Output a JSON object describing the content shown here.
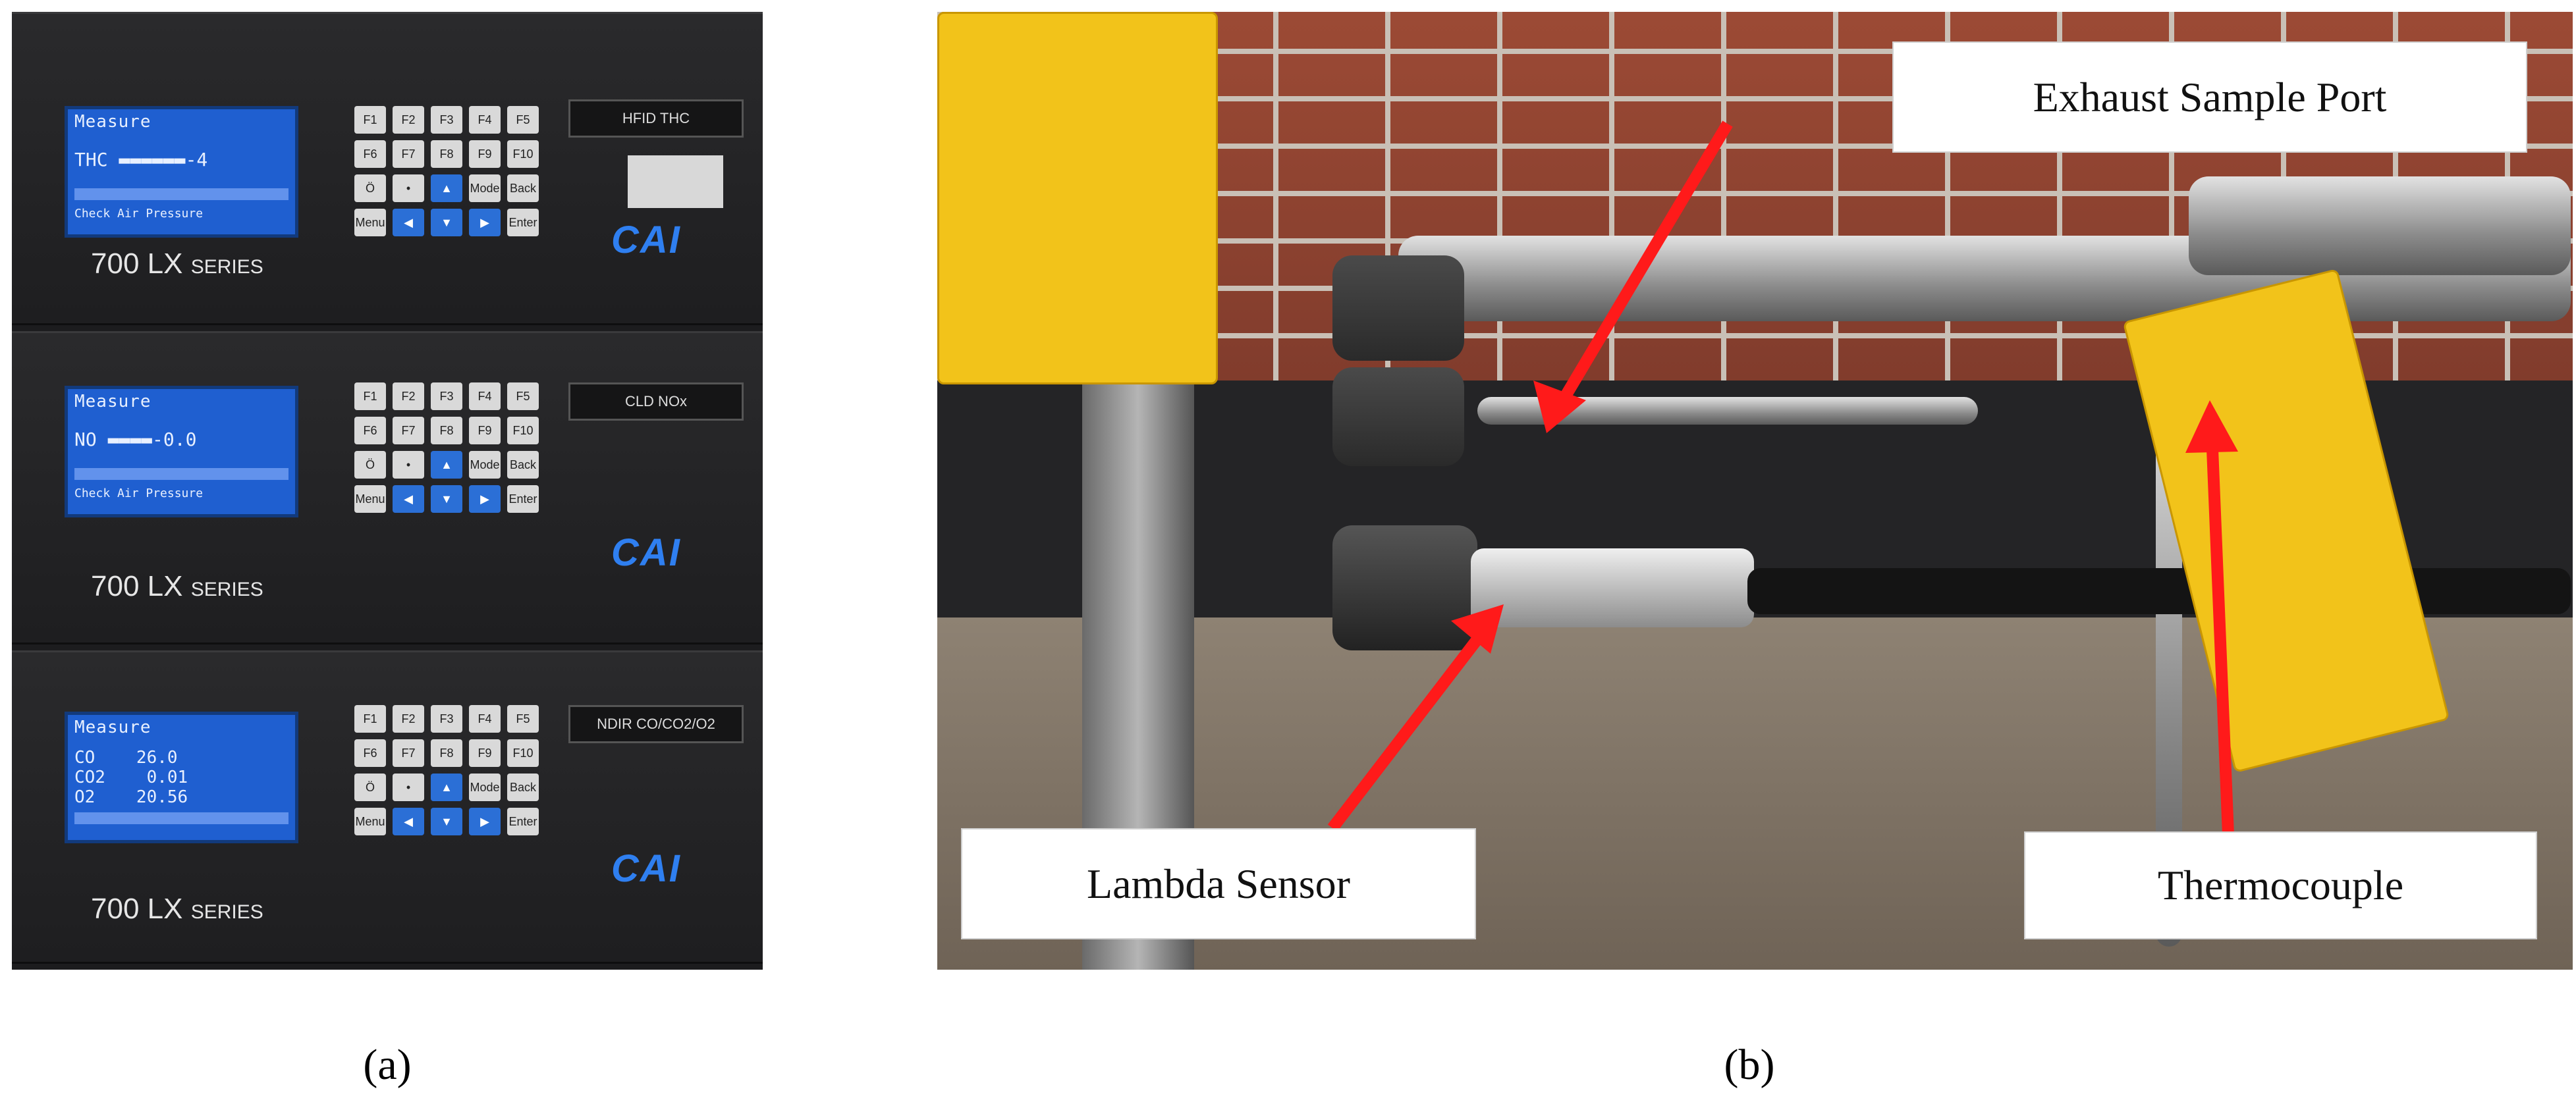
{
  "panel_a": {
    "caption": "(a)",
    "modules": [
      {
        "lcd_title": "Measure",
        "lcd_lines": [
          "THC ▬▬▬▬▬▬-4",
          "",
          "Check Air Pressure"
        ],
        "label": "HFID THC",
        "series": "700 LX",
        "series_suffix": "SERIES",
        "logo": "CAI"
      },
      {
        "lcd_title": "Measure",
        "lcd_lines": [
          "NO ▬▬▬▬-0.0",
          "",
          "Check Air Pressure"
        ],
        "label": "CLD NOx",
        "series": "700 LX",
        "series_suffix": "SERIES",
        "logo": "CAI"
      },
      {
        "lcd_title": "Measure",
        "lcd_lines": [
          "CO    26.0",
          "CO2    0.01",
          "O2    20.56"
        ],
        "label": "NDIR CO/CO2/O2",
        "series": "700 LX",
        "series_suffix": "SERIES",
        "logo": "CAI"
      }
    ],
    "keypad_keys": [
      "F1",
      "F2",
      "F3",
      "F4",
      "F5",
      "F6",
      "F7",
      "F8",
      "F9",
      "F10",
      "Ö",
      "•",
      "▲",
      "Mode",
      "Back",
      "Menu",
      "◀",
      "▼",
      "▶",
      "Enter"
    ]
  },
  "panel_b": {
    "caption": "(b)",
    "labels": {
      "exhaust": "Exhaust Sample Port",
      "lambda": "Lambda Sensor",
      "thermocouple": "Thermocouple"
    }
  },
  "colors": {
    "arrow": "#ff1a1a",
    "lcd": "#1f5fd0",
    "cai_blue": "#2f7ff0",
    "thermocouple_yellow": "#f2c31a"
  }
}
